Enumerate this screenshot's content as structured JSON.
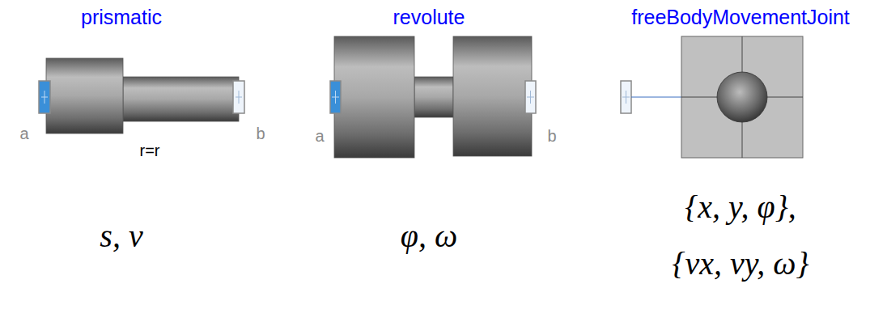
{
  "diagram": {
    "nodes": [
      {
        "text": [
          "prismatic",
          "a",
          "b",
          "r=r"
        ]
      },
      {
        "text": [
          "revolute",
          "a",
          "b"
        ]
      },
      {
        "text": [
          "freeBodyMovementJoint"
        ]
      }
    ],
    "labels": [
      "s, v",
      "φ, ω",
      "{x, y, φ},",
      "{vx, vy, ω}"
    ]
  }
}
